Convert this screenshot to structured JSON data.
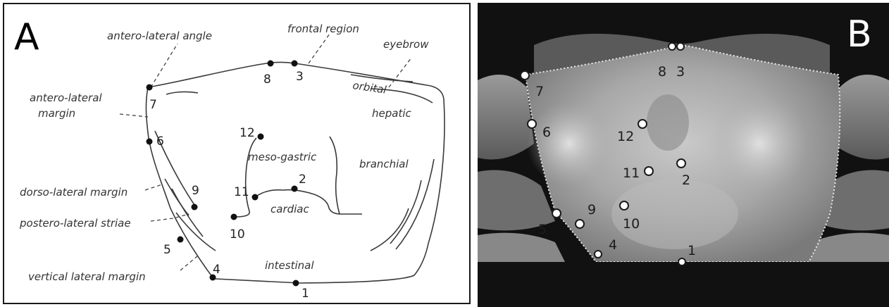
{
  "panel_a": {
    "letter": "A",
    "labels": {
      "antero_lateral_angle": "antero-lateral angle",
      "frontal_region": "frontal region",
      "eyebrow": "eyebrow",
      "orbital": "orbital",
      "antero_lateral_margin_1": "antero-lateral",
      "antero_lateral_margin_2": "margin",
      "hepatic": "hepatic",
      "meso_gastric": "meso-gastric",
      "branchial": "branchial",
      "cardiac": "cardiac",
      "dorso_lateral_margin": "dorso-lateral margin",
      "postero_lateral_striae": "postero-lateral striae",
      "vertical_lateral_margin": "vertical lateral margin",
      "intestinal": "intestinal"
    },
    "landmarks": {
      "l1": "1",
      "l2": "2",
      "l3": "3",
      "l4": "4",
      "l5": "5",
      "l6": "6",
      "l7": "7",
      "l8": "8",
      "l9": "9",
      "l10": "10",
      "l11": "11",
      "l12": "12"
    }
  },
  "panel_b": {
    "letter": "B",
    "landmarks": {
      "l1": "1",
      "l2": "2",
      "l3": "3",
      "l4": "4",
      "l5": "5",
      "l6": "6",
      "l7": "7",
      "l8": "8",
      "l9": "9",
      "l10": "10",
      "l11": "11",
      "l12": "12"
    }
  }
}
